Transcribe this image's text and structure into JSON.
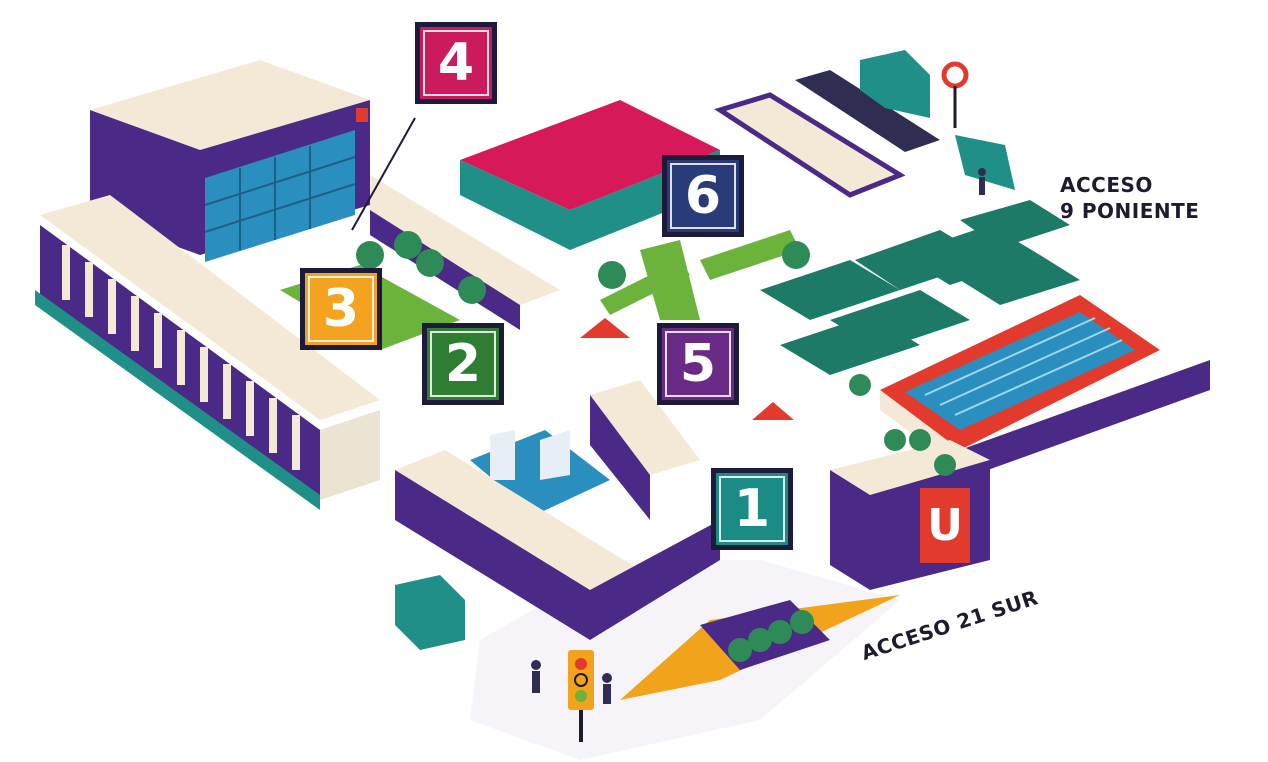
{
  "map": {
    "markers": [
      {
        "number": "1",
        "color": "#1a8c85"
      },
      {
        "number": "2",
        "color": "#2e7d32"
      },
      {
        "number": "3",
        "color": "#f4a321"
      },
      {
        "number": "4",
        "color": "#cc1b5c"
      },
      {
        "number": "5",
        "color": "#6a2b86"
      },
      {
        "number": "6",
        "color": "#2a3b7a"
      }
    ],
    "access_labels": {
      "poniente_line1": "ACCESO",
      "poniente_line2": "9 PONIENTE",
      "sur": "ACCESO 21 SUR"
    },
    "logo_letter": "U",
    "colors": {
      "purple": "#4a2a86",
      "cream": "#f3e9d6",
      "teal": "#1f7a74",
      "green": "#6bb33a",
      "red": "#e23b2e",
      "pool_blue": "#2a8fbf",
      "orange": "#f2a31c"
    }
  }
}
